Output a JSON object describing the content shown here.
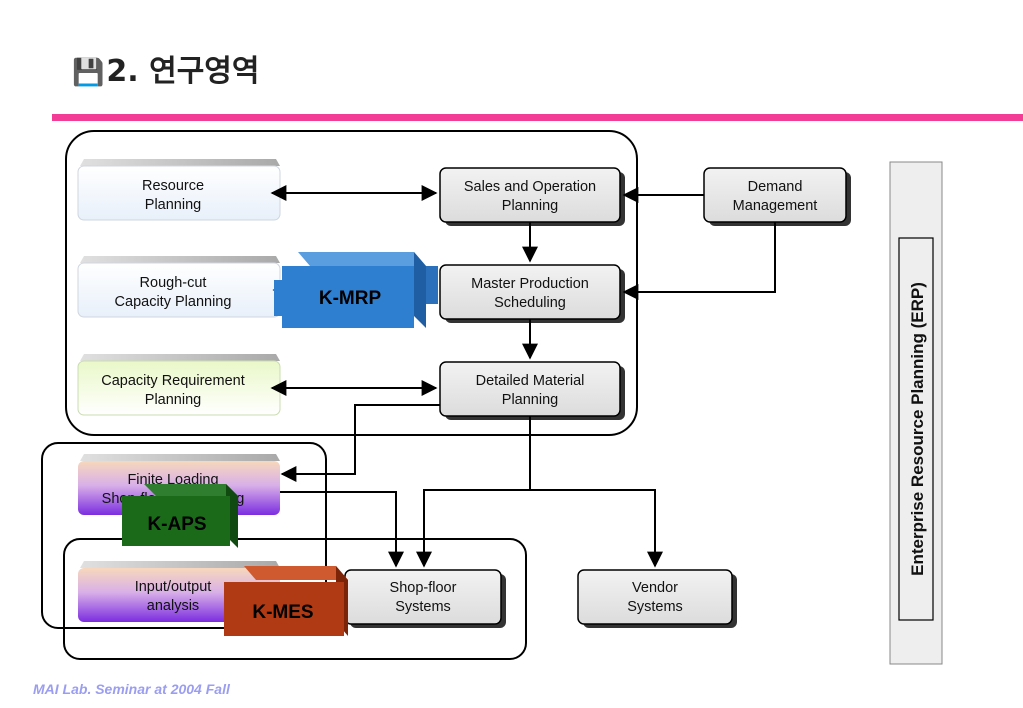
{
  "header": {
    "title": "2. 연구영역",
    "bullet_icon": "floppy-disk-icon"
  },
  "diagram": {
    "resource_planning": [
      "Resource",
      "Planning"
    ],
    "rough_cut": [
      "Rough-cut",
      "Capacity Planning"
    ],
    "capacity_requirement": [
      "Capacity Requirement",
      "Planning"
    ],
    "finite_loading": [
      "Finite Loading",
      "Shop-floor Scheduling"
    ],
    "input_output": [
      "Input/output",
      "analysis"
    ],
    "sales_operation": [
      "Sales and Operation",
      "Planning"
    ],
    "master_production": [
      "Master Production",
      "Scheduling"
    ],
    "detailed_material": [
      "Detailed Material",
      "Planning"
    ],
    "demand_management": [
      "Demand",
      "Management"
    ],
    "shop_floor": [
      "Shop-floor",
      "Systems"
    ],
    "vendor": [
      "Vendor",
      "Systems"
    ],
    "k_mrp": "K-MRP",
    "k_aps": "K-APS",
    "k_mes": "K-MES",
    "erp": "Enterprise Resource Planning (ERP)"
  },
  "colors": {
    "accent_rule": "#f23c96",
    "k_mrp": "#2f7fd0",
    "k_aps": "#1a6a1a",
    "k_mes": "#b03a14",
    "footer": "#9b9ef0"
  },
  "footer": {
    "text": "MAI Lab. Seminar at 2004 Fall"
  }
}
